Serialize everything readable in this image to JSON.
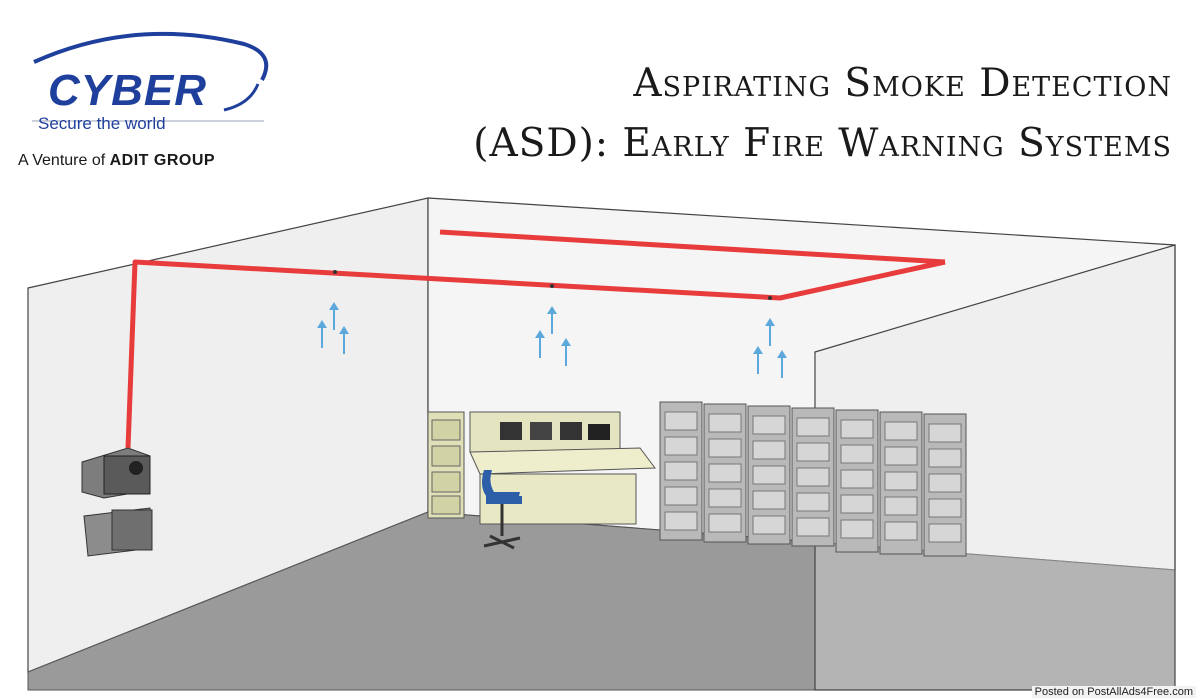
{
  "logo": {
    "brand": "CYBER",
    "tagline": "Secure the world",
    "venture_prefix": "A Venture of ",
    "venture_group": "ADIT GROUP",
    "brand_color": "#1f3f9c"
  },
  "title": {
    "line1": "Aspirating Smoke Detection",
    "line2": "(ASD): Early Fire Warning Systems"
  },
  "watermark": "Posted on PostAllAds4Free.com",
  "colors": {
    "pipe": "#e83c3c",
    "airflow_arrows": "#5ba8dc",
    "floor": "#9a9a9a",
    "walls": "#ececec"
  },
  "icons": [
    "ceiling-pipe",
    "airflow-arrow-icon",
    "asd-detector-unit",
    "control-console",
    "server-racks",
    "office-chair"
  ]
}
